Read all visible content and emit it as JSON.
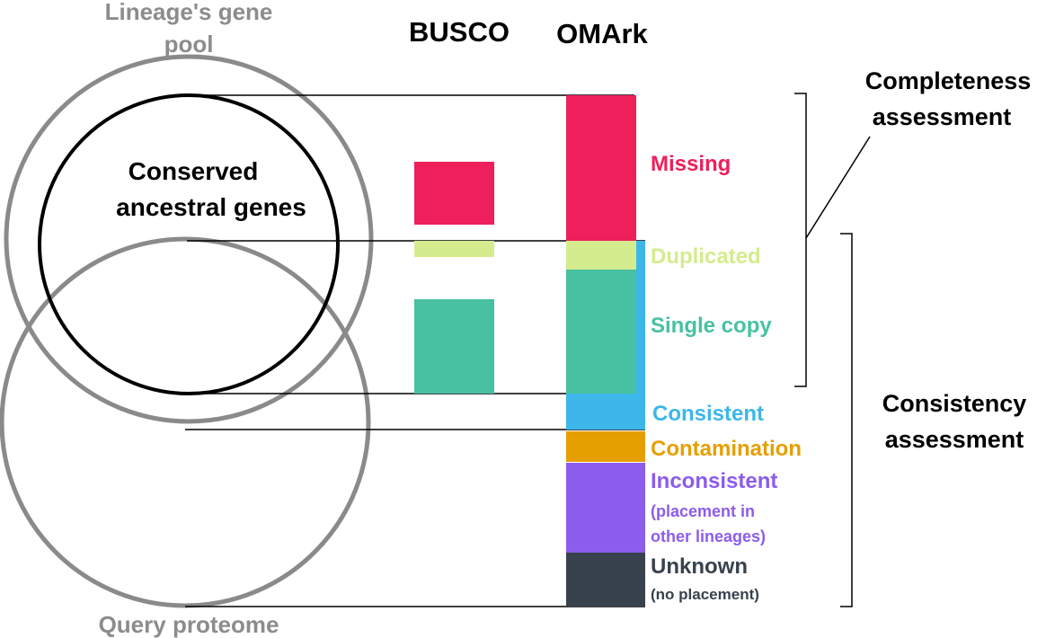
{
  "headers": {
    "gene_pool_line1": "Lineage's gene",
    "gene_pool_line2": "pool",
    "busco": "BUSCO",
    "omark": "OMArk",
    "conserved_line1": "Conserved",
    "conserved_line2": "ancestral genes",
    "query_proteome": "Query proteome"
  },
  "categories": {
    "missing": "Missing",
    "duplicated": "Duplicated",
    "single_copy": "Single copy",
    "consistent": "Consistent",
    "contamination": "Contamination",
    "inconsistent": "Inconsistent",
    "inconsistent_note_line1": "(placement in",
    "inconsistent_note_line2": "other lineages)",
    "unknown": "Unknown",
    "unknown_note": "(no placement)"
  },
  "assessments": {
    "completeness_line1": "Completeness",
    "completeness_line2": "assessment",
    "consistency_line1": "Consistency",
    "consistency_line2": "assessment"
  },
  "colors": {
    "missing": "#ee1f5b",
    "duplicated": "#d4ec8d",
    "single_copy": "#47c1a1",
    "consistent": "#3db7e9",
    "contamination": "#e69f00",
    "inconsistent": "#8c5ced",
    "unknown": "#38424d",
    "gray_text": "#8c8c8c",
    "gray_circle": "#8a8a8a"
  }
}
